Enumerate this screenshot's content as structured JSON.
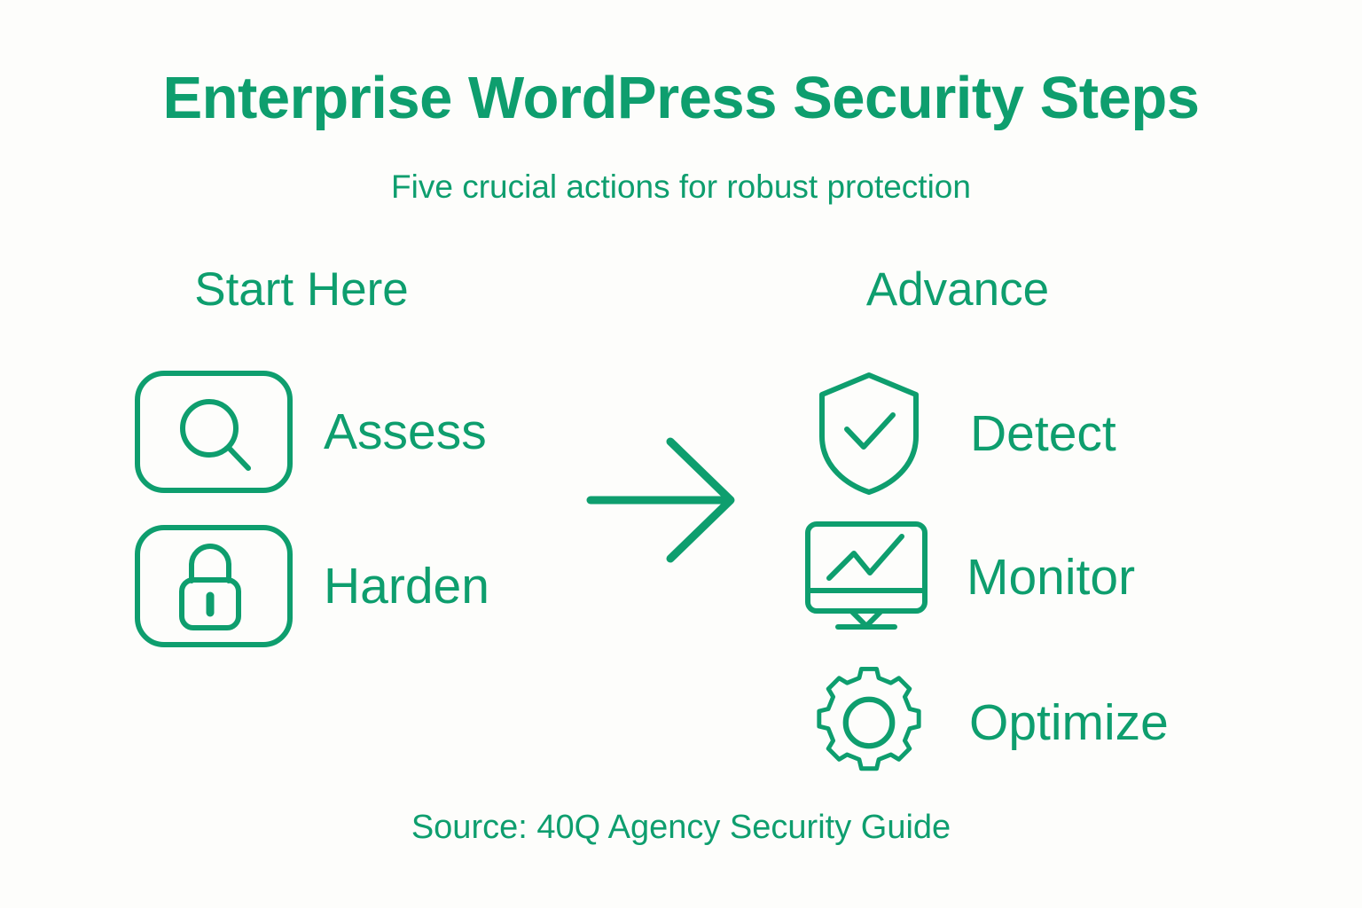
{
  "header": {
    "title": "Enterprise WordPress Security Steps",
    "subtitle": "Five crucial actions for robust protection"
  },
  "colors": {
    "accent": "#0e9e6e",
    "background": "#fdfdfb"
  },
  "columns": [
    {
      "id": "start-here",
      "heading": "Start Here",
      "steps": [
        {
          "label": "Assess",
          "icon": "magnifier-icon"
        },
        {
          "label": "Harden",
          "icon": "lock-icon"
        }
      ]
    },
    {
      "id": "advance",
      "heading": "Advance",
      "steps": [
        {
          "label": "Detect",
          "icon": "shield-check-icon"
        },
        {
          "label": "Monitor",
          "icon": "monitor-chart-icon"
        },
        {
          "label": "Optimize",
          "icon": "gear-icon"
        }
      ]
    }
  ],
  "flow": {
    "arrow_icon": "arrow-right-icon",
    "direction": "left-to-right"
  },
  "footer": {
    "source": "Source: 40Q Agency Security Guide"
  }
}
